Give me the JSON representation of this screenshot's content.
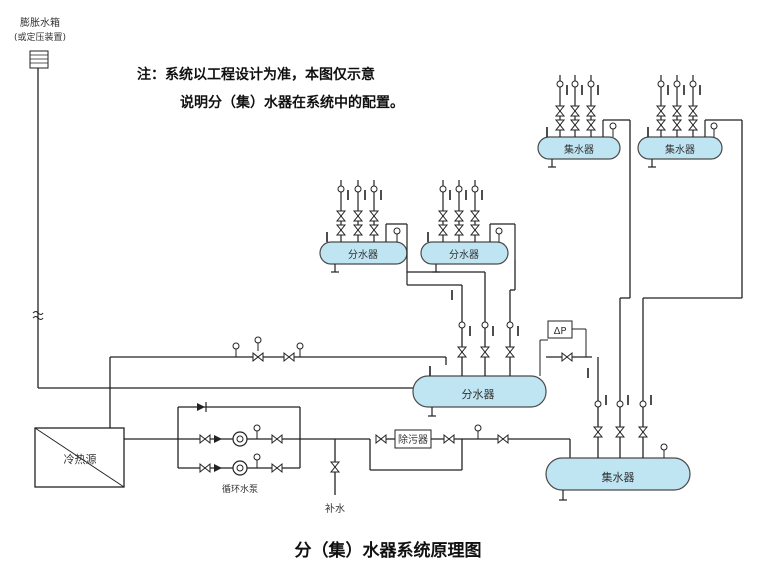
{
  "colors": {
    "pipe": "#1a1a1a",
    "vessel_fill": "#bfe4f2",
    "vessel_stroke": "#4a4a4a",
    "background": "#ffffff"
  },
  "labels": {
    "expansion_tank_line1": "膨胀水箱",
    "expansion_tank_line2": "(或定压装置)",
    "note_line1": "注：系统以工程设计为准，本图仅示意",
    "note_line2": "说明分（集）水器在系统中的配置。",
    "cold_source": "冷热源",
    "circulation_pump": "循环水泵",
    "dirt_separator": "除污器",
    "makeup_water": "补水",
    "dp_gauge": "ΔP",
    "main_distributor": "分水器",
    "main_collector": "集水器",
    "sub_distributor_left": "分水器",
    "sub_distributor_right": "分水器",
    "sub_collector_left": "集水器",
    "sub_collector_right": "集水器",
    "caption": "分（集）水器系统原理图"
  },
  "icons": [
    "expansion-tank-icon",
    "valve-icon",
    "pressure-gauge-icon",
    "thermometer-icon",
    "pump-icon",
    "check-valve-icon"
  ]
}
